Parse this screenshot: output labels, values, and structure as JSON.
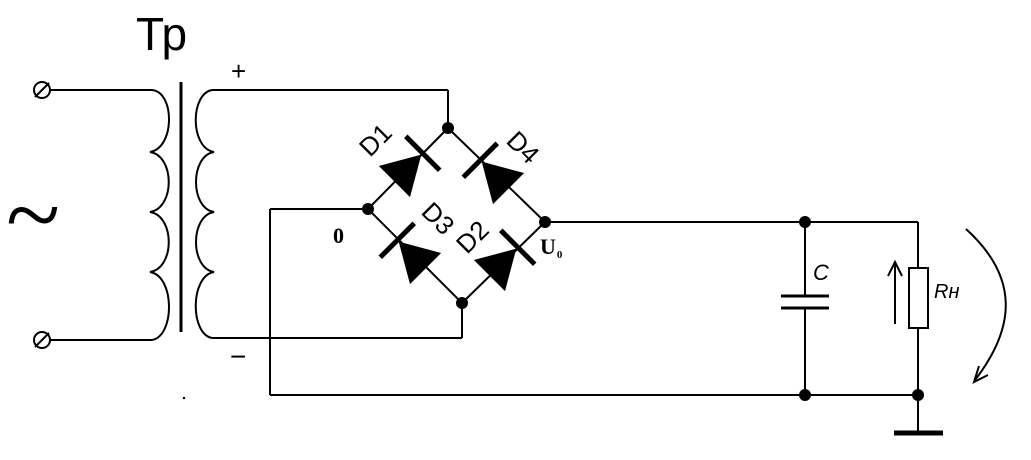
{
  "transformer": {
    "label": "Тр"
  },
  "source": {
    "symbol": "~"
  },
  "polarity": {
    "plus": "+",
    "minus": "−"
  },
  "bridge": {
    "d1": "D1",
    "d2": "D2",
    "d3": "D3",
    "d4": "D4",
    "zero": "0"
  },
  "output": {
    "voltage": "U",
    "voltage_sub": "0"
  },
  "capacitor": {
    "label": "C"
  },
  "load": {
    "label": "Rн"
  }
}
